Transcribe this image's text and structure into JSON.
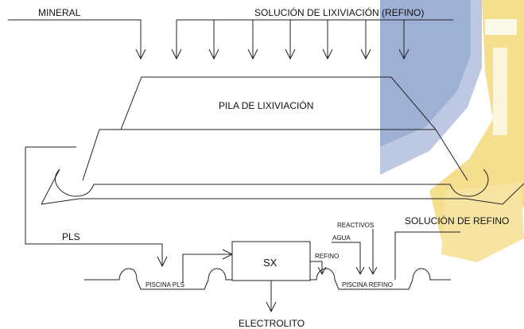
{
  "labels": {
    "mineral": "MINERAL",
    "leach_solution": "SOLUCIÓN DE LIXIVIACIÓN (REFINO)",
    "heap": "PILA DE LIXIVIACIÓN",
    "pls": "PLS",
    "sx": "SX",
    "pls_pond": "PISCINA PLS",
    "raffinate_pond": "PISCINA REFINO",
    "reagents": "REACTIVOS",
    "water": "AGUA",
    "raffinate": "REFINO",
    "raffinate_solution": "SOLUCIÓN DE REFINO",
    "electrolyte": "ELECTROLITO"
  },
  "colors": {
    "line": "#222222",
    "watermark_blue": "#4d6fae",
    "watermark_gold": "#f2c94c"
  }
}
